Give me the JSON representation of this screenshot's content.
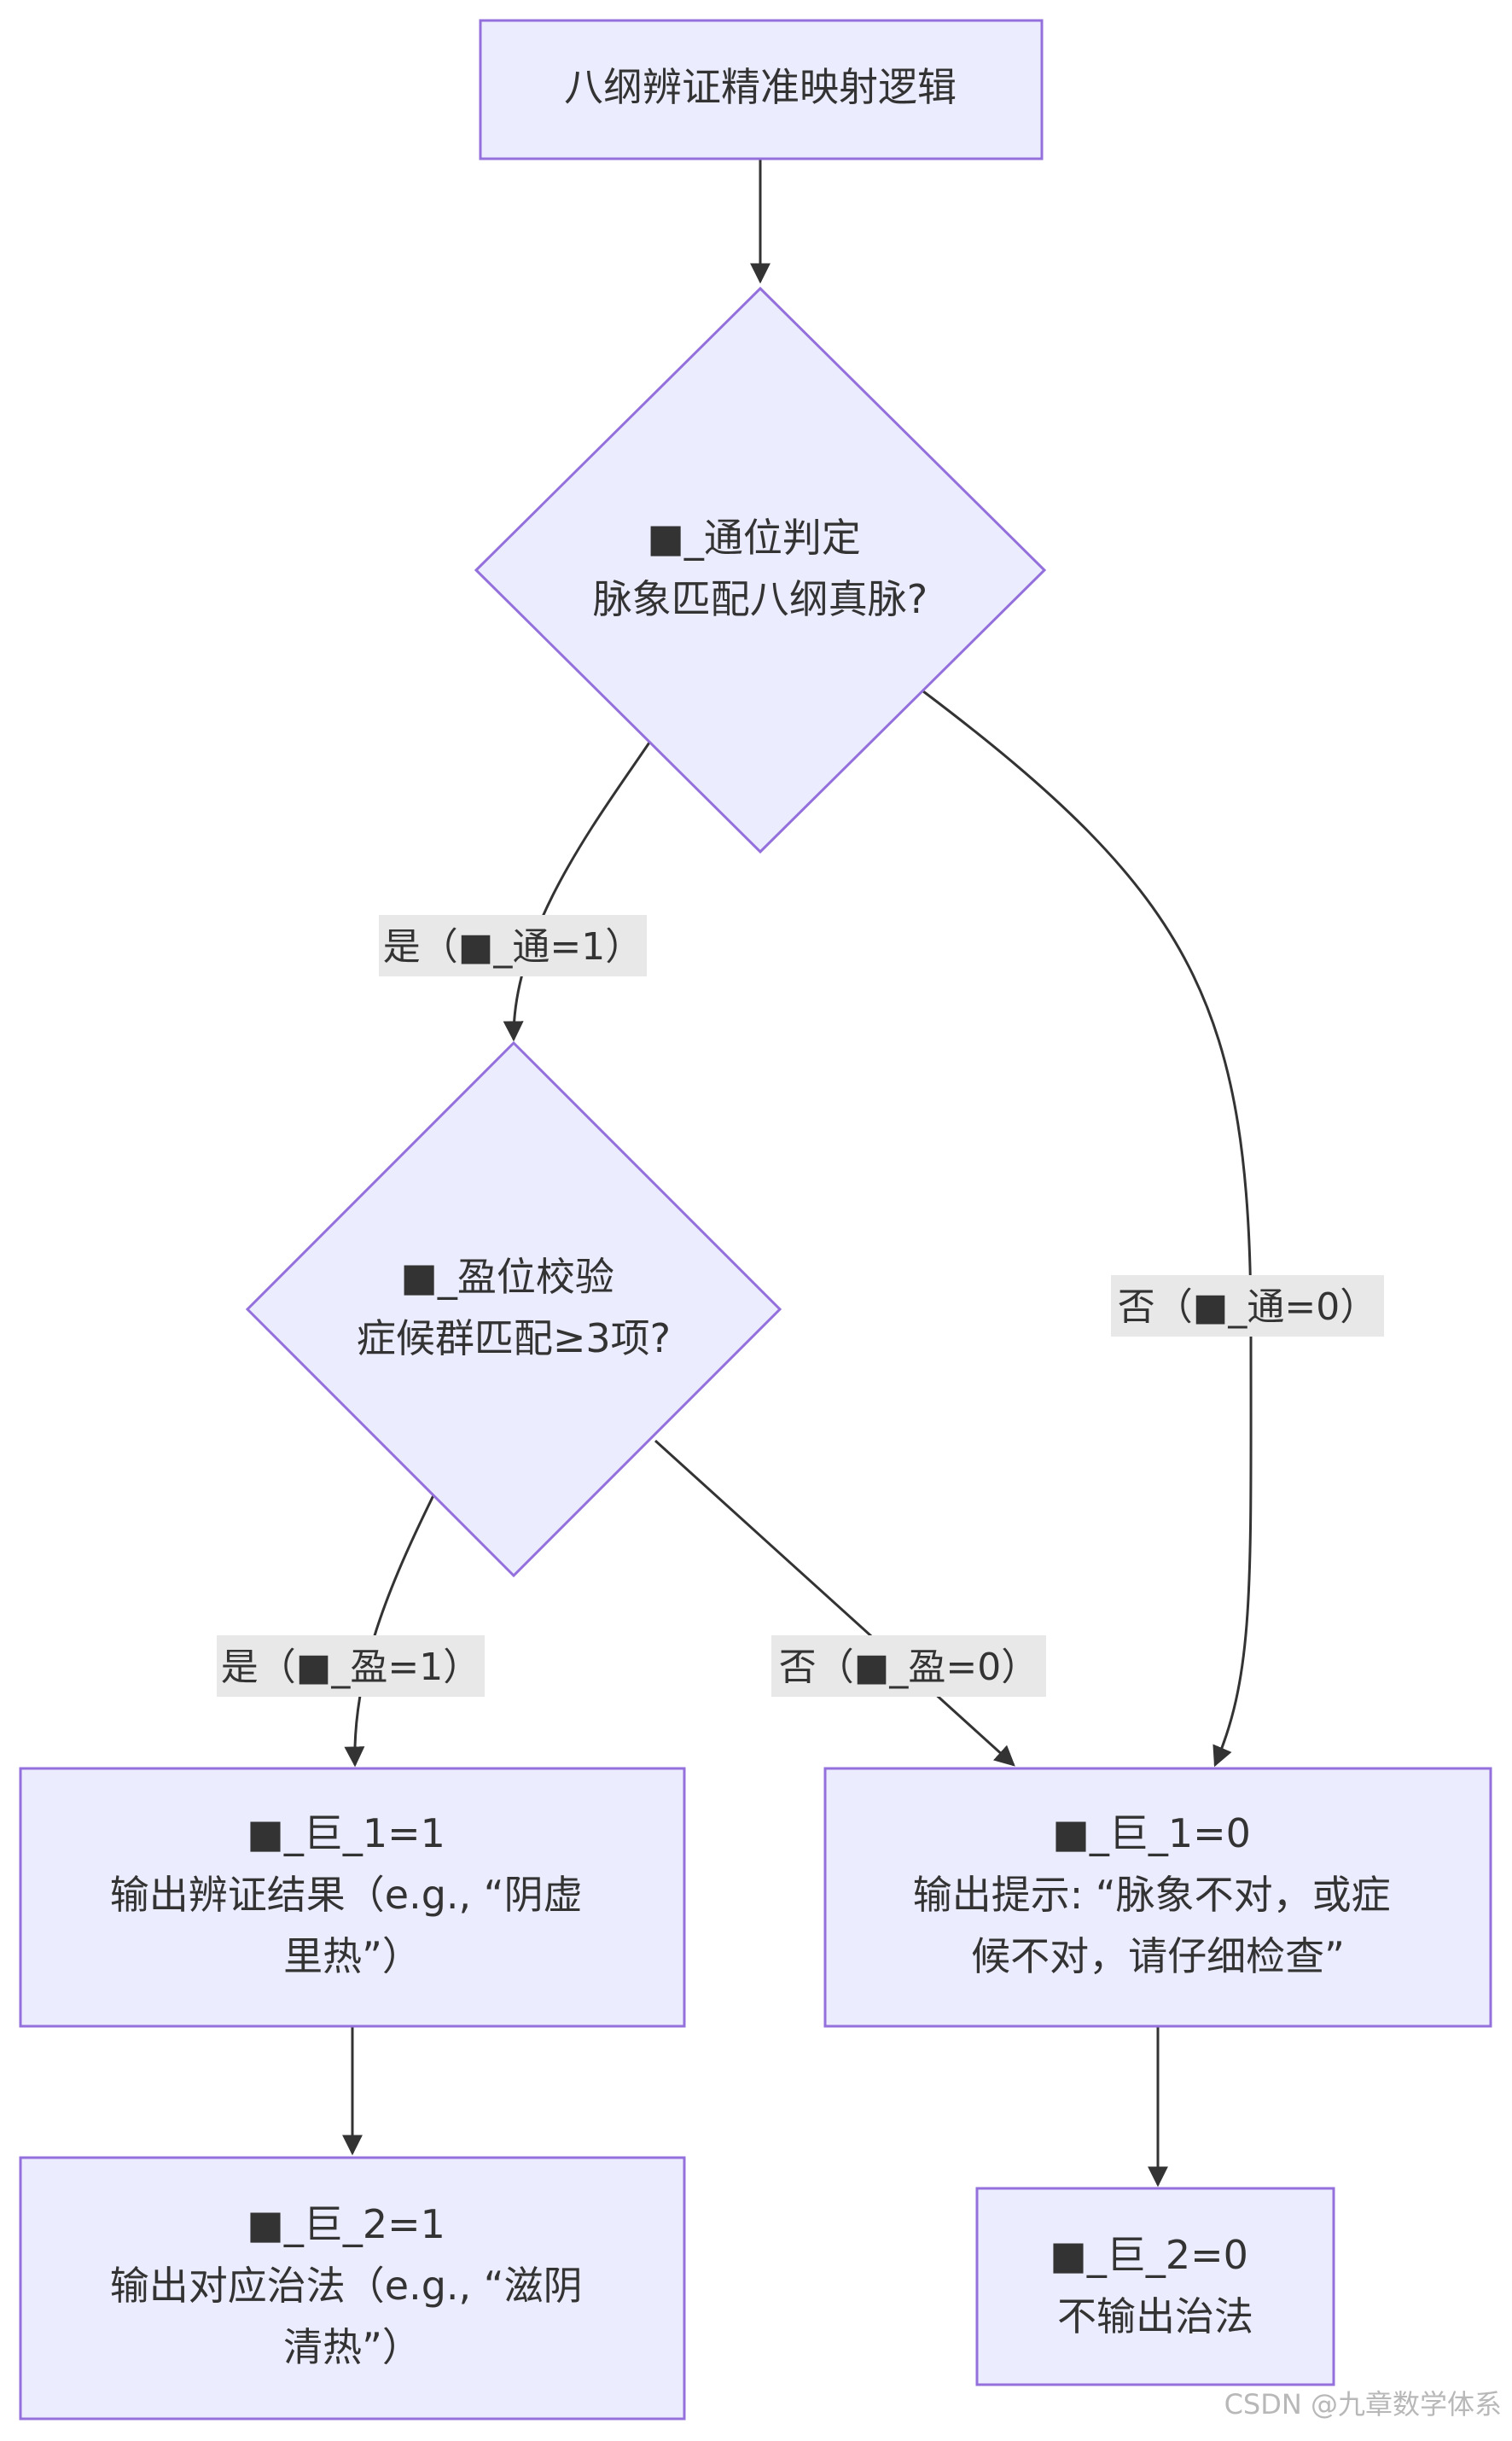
{
  "nodes": {
    "title": {
      "lines": [
        "八纲辨证精准映射逻辑"
      ]
    },
    "tong": {
      "lines": [
        "■_通位判定",
        "脉象匹配八纲真脉?"
      ]
    },
    "ying": {
      "lines": [
        "■_盈位校验",
        "症候群匹配≥3项?"
      ]
    },
    "ju1_yes": {
      "lines": [
        "■_巨_1=1",
        "输出辨证结果（e.g., “阴虚",
        "里热”）"
      ]
    },
    "ju1_no": {
      "lines": [
        "■_巨_1=0",
        "输出提示: “脉象不对，或症",
        "候不对，请仔细检查”"
      ]
    },
    "ju2_yes": {
      "lines": [
        "■_巨_2=1",
        "输出对应治法（e.g., “滋阴",
        "清热”）"
      ]
    },
    "ju2_no": {
      "lines": [
        "■_巨_2=0",
        "不输出治法"
      ]
    }
  },
  "edges": {
    "tong_yes": "是（■_通=1）",
    "tong_no": "否（■_通=0）",
    "ying_yes": "是（■_盈=1）",
    "ying_no": "否（■_盈=0）"
  },
  "watermark": "CSDN @九章数学体系",
  "colors": {
    "node_fill": "#ECECFF",
    "node_stroke": "#9370DB",
    "edge": "#333333",
    "label_bg": "#e8e8e8"
  }
}
